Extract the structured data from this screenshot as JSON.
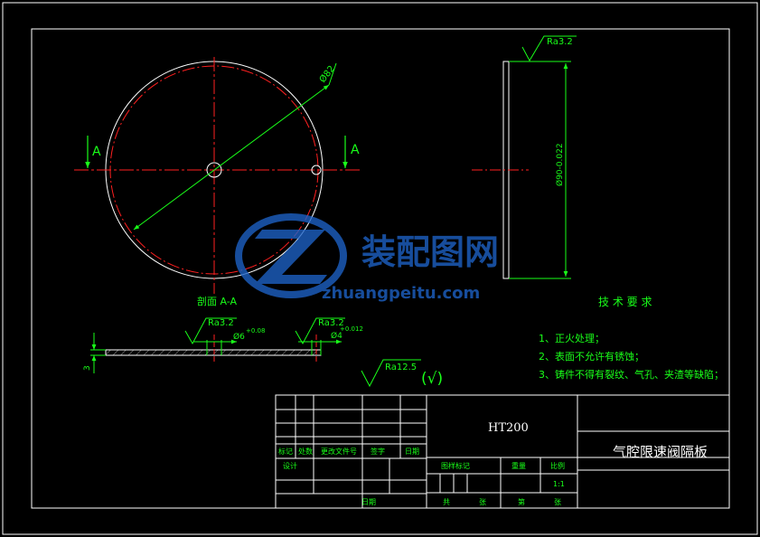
{
  "view": {
    "section_mark": "A",
    "diameter_label": "Ø82",
    "section_title": "剖面 A-A",
    "side_diameter_label": "Ø90-0.022"
  },
  "roughness": {
    "side_top": "Ra3.2",
    "section_left": "Ra3.2",
    "section_right": "Ra3.2",
    "general": "Ra12.5",
    "general_bracket": "(√)"
  },
  "section_dims": {
    "hole_left": "Ø6",
    "hole_left_tol": "+0.08",
    "hole_right": "Ø4",
    "hole_right_tol": "+0.012",
    "thickness": "3"
  },
  "requirements": {
    "title": "技 术 要 求",
    "items": [
      "1、正火处理；",
      "2、表面不允许有锈蚀；",
      "3、铸件不得有裂纹、气孔、夹渣等缺陷；"
    ]
  },
  "title_block": {
    "material": "HT200",
    "part_name": "气腔限速阀隔板",
    "rev_headers": [
      "标记",
      "处数",
      "更改文件号",
      "签字",
      "日期"
    ],
    "row_design": "设计",
    "row_date": "日期",
    "stage_headers": [
      "图样标记",
      "重量",
      "比例"
    ],
    "scale": "1:1",
    "sheet_labels": [
      "共",
      "张",
      "第",
      "张"
    ]
  },
  "watermark": {
    "brand": "装配图网",
    "url": "zhuangpeitu.com"
  },
  "colors": {
    "background": "#000000",
    "outline": "#ffffff",
    "dimension": "#19ff19",
    "centerline": "#ff2020",
    "watermark": "#1e63c8"
  }
}
